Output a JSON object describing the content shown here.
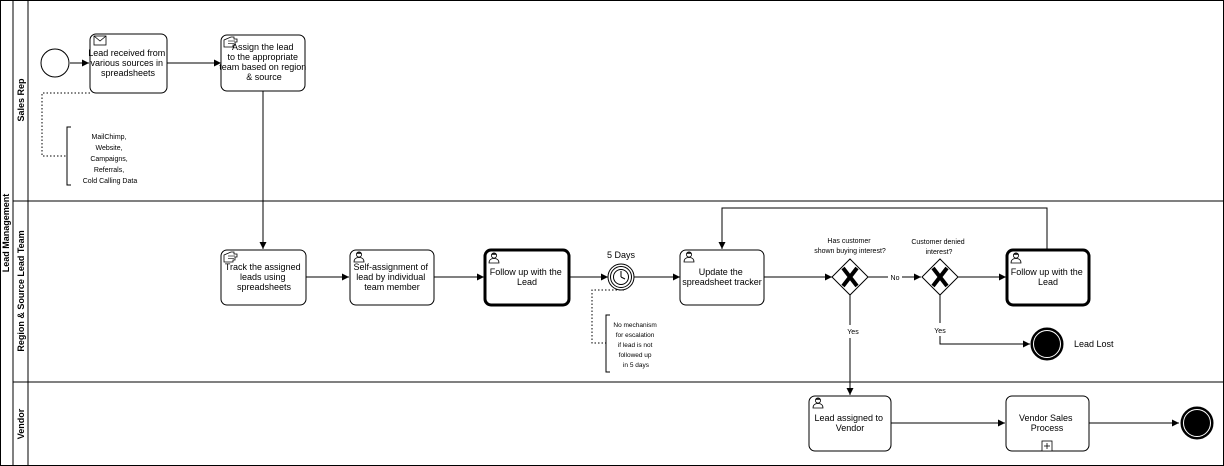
{
  "pool": {
    "title": "Lead Management"
  },
  "lanes": {
    "sales_rep": "Sales Rep",
    "region_team": "Region & Source Lead Team",
    "vendor": "Vendor"
  },
  "tasks": {
    "lead_received": [
      "Lead received from",
      "various sources in",
      "spreadsheets"
    ],
    "assign_lead": [
      "Assign the lead",
      "to the appropriate",
      "team based on region",
      "& source"
    ],
    "track_leads": [
      "Track the assigned",
      "leads using",
      "spreadsheets"
    ],
    "self_assignment": [
      "Self-assignment of",
      "lead by individual",
      "team member"
    ],
    "follow_up_1": [
      "Follow up with the",
      "Lead"
    ],
    "update_tracker": [
      "Update the",
      "spreadsheet tracker"
    ],
    "follow_up_2": [
      "Follow up with the",
      "Lead"
    ],
    "lead_to_vendor": [
      "Lead assigned to",
      "Vendor"
    ],
    "vendor_process": [
      "Vendor Sales",
      "Process"
    ]
  },
  "annotations": {
    "sources": [
      "MailChimp,",
      "Website,",
      "Campaigns,",
      "Referrals,",
      "Cold Calling Data"
    ],
    "escalation": [
      "No mechanism",
      "for escalation",
      "if lead is not",
      "followed up",
      "in 5 days"
    ]
  },
  "timer": {
    "label": "5 Days"
  },
  "gateways": {
    "buying_interest": [
      "Has customer",
      "shown buying interest?"
    ],
    "denied_interest": [
      "Customer denied",
      "interest?"
    ]
  },
  "flow_labels": {
    "no": "No",
    "yes_1": "Yes",
    "yes_2": "Yes"
  },
  "end_events": {
    "lead_lost": "Lead Lost"
  },
  "icons": {
    "message": "envelope-icon",
    "manual": "manual-task-icon",
    "user": "user-task-icon",
    "timer": "clock-icon",
    "gateway": "exclusive-gateway-x",
    "subprocess": "collapsed-subprocess-plus-icon"
  }
}
